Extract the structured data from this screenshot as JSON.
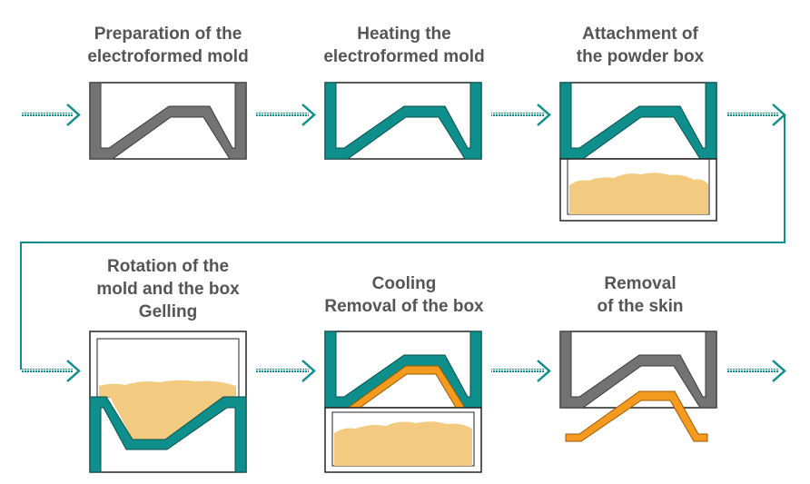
{
  "colors": {
    "mold_prepared": "#737373",
    "mold_heated": "#0f8f8c",
    "powder": "#f2cb80",
    "skin": "#f49b1f",
    "arrow": "#0f8f8c",
    "text": "#555555"
  },
  "steps": [
    {
      "lines": [
        "Preparation of the",
        "electroformed mold"
      ]
    },
    {
      "lines": [
        "Heating the",
        "electroformed mold"
      ]
    },
    {
      "lines": [
        "Attachment of",
        "the powder box"
      ]
    },
    {
      "lines": [
        "Rotation of the",
        "mold and the box",
        "Gelling"
      ]
    },
    {
      "lines": [
        "Cooling",
        "Removal of the box"
      ]
    },
    {
      "lines": [
        "Removal",
        "of the skin"
      ]
    }
  ]
}
